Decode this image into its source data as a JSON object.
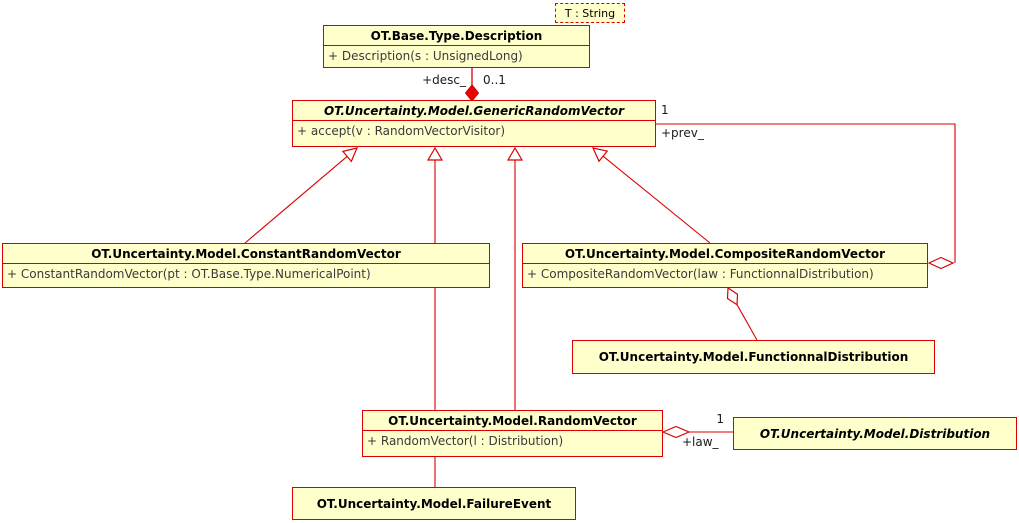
{
  "diagram_type": "uml-class-diagram",
  "template_param": {
    "label": "T : String"
  },
  "classes": {
    "description": {
      "title": "OT.Base.Type.Description",
      "method": "+ Description(s : UnsignedLong)"
    },
    "generic": {
      "title": "OT.Uncertainty.Model.GenericRandomVector",
      "method": "+ accept(v : RandomVectorVisitor)",
      "abstract": true
    },
    "constant": {
      "title": "OT.Uncertainty.Model.ConstantRandomVector",
      "method": "+ ConstantRandomVector(pt : OT.Base.Type.NumericalPoint)"
    },
    "composite": {
      "title": "OT.Uncertainty.Model.CompositeRandomVector",
      "method": "+ CompositeRandomVector(law : FunctionnalDistribution)"
    },
    "functionnal": {
      "title": "OT.Uncertainty.Model.FunctionnalDistribution"
    },
    "randomvector": {
      "title": "OT.Uncertainty.Model.RandomVector",
      "method": "+ RandomVector(l : Distribution)"
    },
    "distribution": {
      "title": "OT.Uncertainty.Model.Distribution",
      "abstract": true
    },
    "failureevent": {
      "title": "OT.Uncertainty.Model.FailureEvent"
    }
  },
  "edge_labels": {
    "desc_role": "+desc_",
    "desc_mult": "0..1",
    "prev_mult": "1",
    "prev_role": "+prev_",
    "law_mult": "1",
    "law_role": "+law_"
  },
  "relationships": [
    "Description composed-in GenericRandomVector (+desc_ 0..1)",
    "ConstantRandomVector generalizes GenericRandomVector",
    "RandomVector generalizes GenericRandomVector",
    "CompositeRandomVector generalizes GenericRandomVector",
    "CompositeRandomVector aggregates GenericRandomVector (+prev_ 1)",
    "CompositeRandomVector aggregates FunctionnalDistribution",
    "RandomVector aggregates Distribution (+law_ 1)",
    "RandomVector linked-to FailureEvent"
  ],
  "colors": {
    "line": "#dd0000",
    "box_fill": "#ffffcc",
    "box_border": "#dd0000",
    "composition_diamond_fill": "#ee0000",
    "background": "#ffffff",
    "method_text": "#3a3a3a",
    "title_text": "#000000"
  }
}
